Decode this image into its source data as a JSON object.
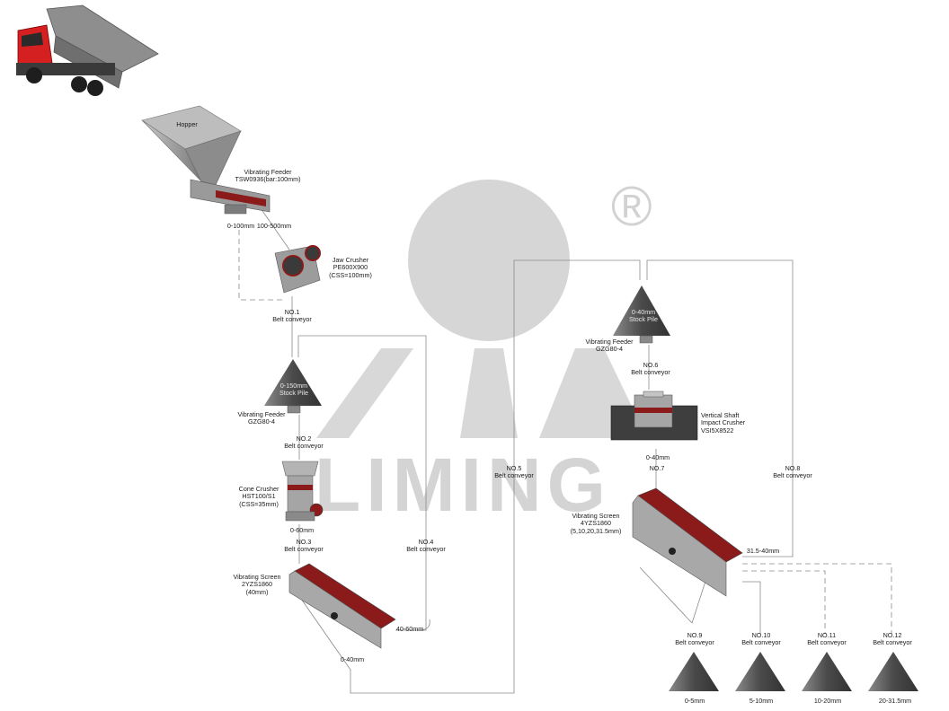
{
  "watermark": {
    "brand": "LIMING",
    "registered_mark": "®"
  },
  "equipment": {
    "hopper": "Hopper",
    "vibrating_feeder_1": [
      "Vibrating Feeder",
      "TSW0936(bar:100mm)"
    ],
    "jaw_crusher": [
      "Jaw Crusher",
      "PE600X900",
      "(CSS=100mm)"
    ],
    "stock_pile_1": [
      "0-150mm",
      "Stock Pile"
    ],
    "vibrating_feeder_2": [
      "Vibrating Feeder",
      "GZG80-4"
    ],
    "cone_crusher": [
      "Cone Crusher",
      "HST100/S1",
      "(CSS=35mm)"
    ],
    "vibrating_screen_1": [
      "Vibrating Screen",
      "2YZS1860",
      "(40mm)"
    ],
    "stock_pile_2": [
      "0-40mm",
      "Stock Pile"
    ],
    "vibrating_feeder_3": [
      "Vibrating Feeder",
      "GZG80-4"
    ],
    "vsi_crusher": [
      "Vertical Shaft",
      "Impact Crusher",
      "VSI5X8522"
    ],
    "vibrating_screen_2": [
      "Vibrating Screen",
      "4YZS1860",
      "(5,10,20,31.5mm)"
    ]
  },
  "sizes": {
    "s_0_100": "0-100mm",
    "s_100_500": "100-500mm",
    "s_0_60": "0-60mm",
    "s_40_60": "40-60mm",
    "s_0_40_a": "0-40mm",
    "s_0_40_b": "0-40mm",
    "s_31_40": "31.5-40mm"
  },
  "conveyors": {
    "no1": [
      "NO.1",
      "Belt conveyor"
    ],
    "no2": [
      "NO.2",
      "Belt conveyor"
    ],
    "no3": [
      "NO.3",
      "Belt conveyor"
    ],
    "no4": [
      "NO.4",
      "Belt conveyor"
    ],
    "no5": [
      "NO.5",
      "Belt conveyor"
    ],
    "no6": [
      "NO.6",
      "Belt conveyor"
    ],
    "no7": "NO.7",
    "no8": [
      "NO.8",
      "Belt conveyor"
    ],
    "no9": [
      "NO.9",
      "Belt conveyor"
    ],
    "no10": [
      "NO.10",
      "Belt conveyor"
    ],
    "no11": [
      "NO.11",
      "Belt conveyor"
    ],
    "no12": [
      "NO.12",
      "Belt conveyor"
    ]
  },
  "products": [
    "0-5mm",
    "5-10mm",
    "10-20mm",
    "20-31.5mm"
  ],
  "colors": {
    "flow_line": "#8a8a8a",
    "screen_deck": "#8b1a1a",
    "truck_cab": "#d42020",
    "machine": "#9a9a9a",
    "watermark": "#d4d4d4",
    "pile": "#5a5a5a"
  }
}
